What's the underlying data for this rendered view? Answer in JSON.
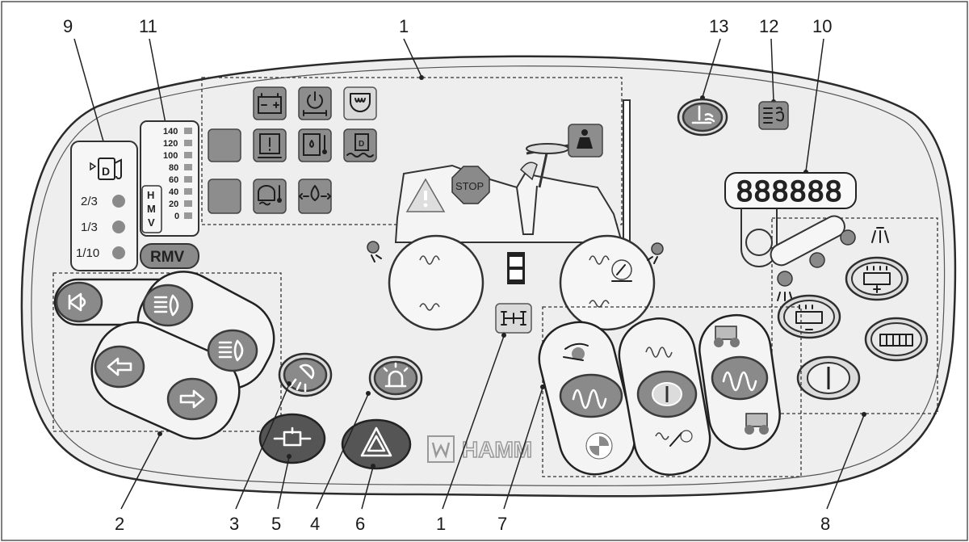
{
  "callouts_top": [
    "9",
    "11",
    "1",
    "13",
    "12",
    "10"
  ],
  "callouts_bottom": [
    "2",
    "3",
    "5",
    "4",
    "6",
    "1",
    "7",
    "8"
  ],
  "fuel_levels": [
    "2/3",
    "1/3",
    "1/10"
  ],
  "fuel_symbol": "D",
  "speed_scale": [
    "140",
    "120",
    "100",
    "80",
    "60",
    "40",
    "20",
    "0"
  ],
  "speed_mode_letters": [
    "H",
    "M",
    "V"
  ],
  "rmv_label": "RMV",
  "stop_label": "STOP",
  "diesel_letter": "D",
  "display_digits": "888888",
  "brand": "HAMM",
  "icons": {
    "battery": "battery-icon",
    "engine": "engine-icon",
    "glow": "glow-plug-icon",
    "hydraulic_filter": "hydraulic-filter-icon",
    "coolant": "coolant-temp-icon",
    "water_in_fuel": "water-in-fuel-icon",
    "oil_temp": "oil-temp-icon",
    "oil_pressure": "oil-pressure-icon",
    "seat": "seat-contact-icon",
    "horn": "horn-icon",
    "headlight": "headlight-icon",
    "arrow_left": "turn-left-icon",
    "arrow_right": "turn-right-icon",
    "work_light": "work-light-icon",
    "beacon": "beacon-icon",
    "hazard": "hazard-icon",
    "brake": "parking-brake-icon",
    "drive": "drive-mode-icon"
  }
}
